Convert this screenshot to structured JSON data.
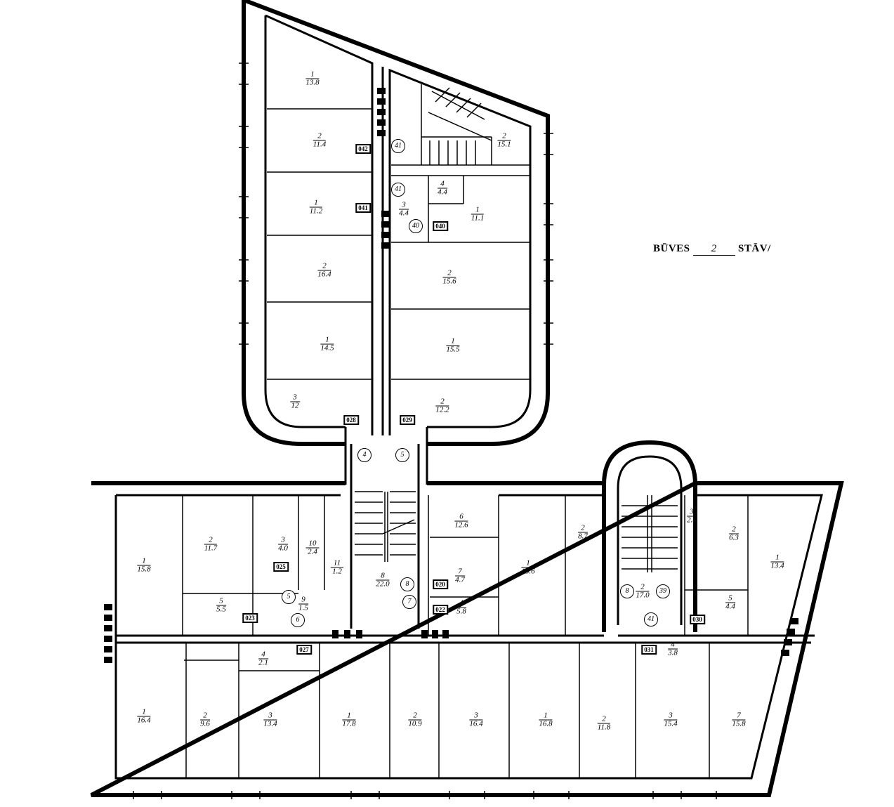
{
  "title": {
    "prefix": "BŪVES",
    "floor": "2",
    "suffix": "STĀV/"
  },
  "rooms": [
    {
      "n": "1",
      "a": "13.8"
    },
    {
      "n": "2",
      "a": "11.4"
    },
    {
      "n": "1",
      "a": "11.2"
    },
    {
      "n": "2",
      "a": "16.4"
    },
    {
      "n": "1",
      "a": "14.5"
    },
    {
      "n": "3",
      "a": "12"
    },
    {
      "n": "2",
      "a": "15.1"
    },
    {
      "n": "4",
      "a": "4.4"
    },
    {
      "n": "3",
      "a": "4.4"
    },
    {
      "n": "1",
      "a": "11.1"
    },
    {
      "n": "2",
      "a": "15.6"
    },
    {
      "n": "1",
      "a": "15.5"
    },
    {
      "n": "2",
      "a": "12.2"
    },
    {
      "n": "1",
      "a": "15.8"
    },
    {
      "n": "2",
      "a": "11.7"
    },
    {
      "n": "3",
      "a": "4.0"
    },
    {
      "n": "10",
      "a": "2.4"
    },
    {
      "n": "11",
      "a": "1.2"
    },
    {
      "n": "5",
      "a": "5.5"
    },
    {
      "n": "9",
      "a": "1.5"
    },
    {
      "n": "8",
      "a": "22.0"
    },
    {
      "n": "6",
      "a": "12.6"
    },
    {
      "n": "7",
      "a": "4.7"
    },
    {
      "n": "4",
      "a": "5.8"
    },
    {
      "n": "1",
      "a": "15.6"
    },
    {
      "n": "2",
      "a": "8.7"
    },
    {
      "n": "2",
      "a": "17.0"
    },
    {
      "n": "3",
      "a": "2.8"
    },
    {
      "n": "2",
      "a": "6.3"
    },
    {
      "n": "1",
      "a": "13.4"
    },
    {
      "n": "5",
      "a": "4.4"
    },
    {
      "n": "4",
      "a": "2.1"
    },
    {
      "n": "4",
      "a": "3.8"
    },
    {
      "n": "1",
      "a": "16.4"
    },
    {
      "n": "2",
      "a": "9.6"
    },
    {
      "n": "3",
      "a": "13.4"
    },
    {
      "n": "1",
      "a": "17.8"
    },
    {
      "n": "2",
      "a": "10.9"
    },
    {
      "n": "3",
      "a": "16.4"
    },
    {
      "n": "1",
      "a": "16.8"
    },
    {
      "n": "2",
      "a": "11.8"
    },
    {
      "n": "3",
      "a": "15.4"
    },
    {
      "n": "7",
      "a": "15.8"
    }
  ],
  "tags": [
    "042",
    "041",
    "040",
    "028",
    "029",
    "025",
    "023",
    "027",
    "022",
    "020",
    "031",
    "030"
  ],
  "circles": [
    "41",
    "41",
    "40",
    "4",
    "5",
    "8",
    "7",
    "5",
    "6",
    "8",
    "39",
    "41"
  ]
}
